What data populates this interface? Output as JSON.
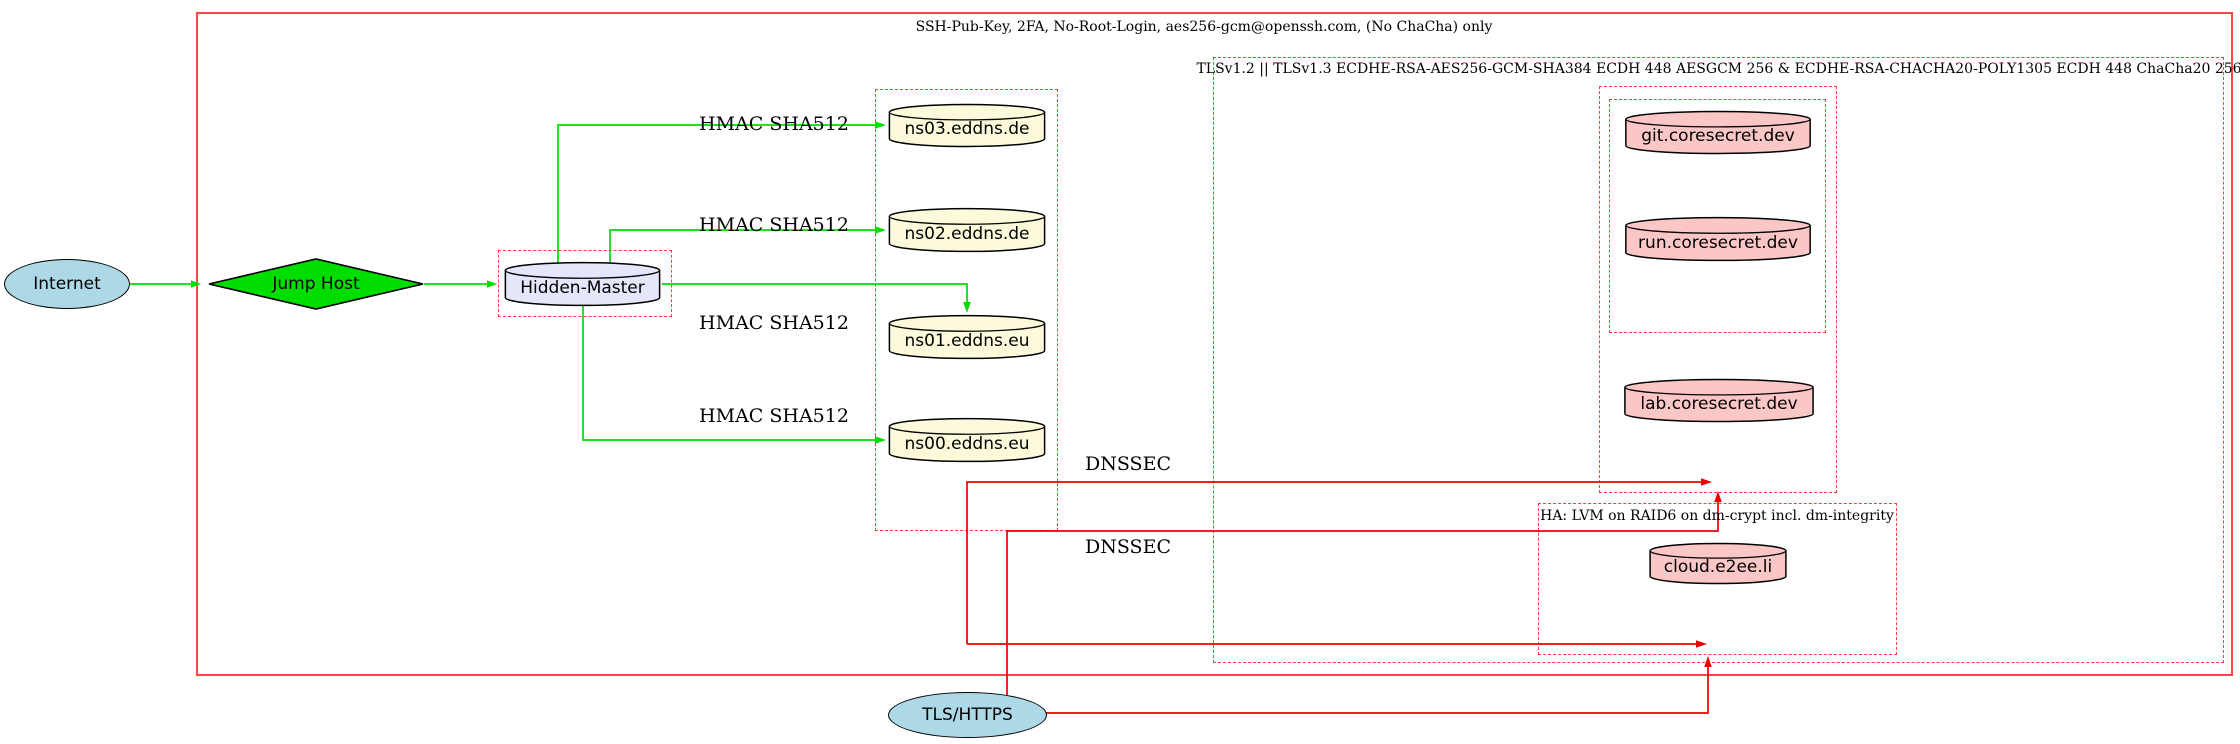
{
  "diagram": {
    "clusters": {
      "outer": {
        "label": "SSH-Pub-Key, 2FA, No-Root-Login, aes256-gcm@openssh.com, (No ChaCha) only"
      },
      "tls": {
        "label": "TLSv1.2 || TLSv1.3 ECDHE-RSA-AES256-GCM-SHA384 ECDH 448 AESGCM 256 & ECDHE-RSA-CHACHA20-POLY1305 ECDH 448 ChaCha20 256"
      },
      "ha": {
        "label": "HA: LVM on RAID6 on dm-crypt incl. dm-integrity"
      }
    },
    "nodes": {
      "internet": {
        "label": "Internet",
        "shape": "ellipse"
      },
      "jump_host": {
        "label": "Jump Host",
        "shape": "diamond"
      },
      "hidden_master": {
        "label": "Hidden-Master",
        "shape": "cylinder"
      },
      "ns03": {
        "label": "ns03.eddns.de",
        "shape": "cylinder"
      },
      "ns02": {
        "label": "ns02.eddns.de",
        "shape": "cylinder"
      },
      "ns01": {
        "label": "ns01.eddns.eu",
        "shape": "cylinder"
      },
      "ns00": {
        "label": "ns00.eddns.eu",
        "shape": "cylinder"
      },
      "git": {
        "label": "git.coresecret.dev",
        "shape": "cylinder"
      },
      "run": {
        "label": "run.coresecret.dev",
        "shape": "cylinder"
      },
      "lab": {
        "label": "lab.coresecret.dev",
        "shape": "cylinder"
      },
      "cloud": {
        "label": "cloud.e2ee.li",
        "shape": "cylinder"
      },
      "tls_https": {
        "label": "TLS/HTTPS",
        "shape": "ellipse"
      }
    },
    "edge_labels": {
      "hmac_sha512": "HMAC SHA512",
      "dnssec": "DNSSEC"
    },
    "colors": {
      "cluster_border": "#ff3b3b",
      "outer_border": "#ff4545",
      "edge_green": "#00dd00",
      "edge_red": "#ee0000",
      "node_blue": "#add8e6",
      "node_green": "#00dd00",
      "node_lavender": "#e6e6fa",
      "node_yellow": "#fcfada",
      "node_pink": "#fbc6c6"
    }
  }
}
